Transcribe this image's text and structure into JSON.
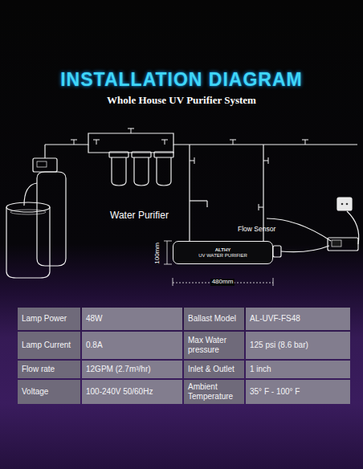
{
  "diagram": {
    "title": "INSTALLATION DIAGRAM",
    "nodes": [
      {
        "text": [
          "ALTHY",
          "UV WATER PURIFIER"
        ]
      }
    ],
    "labels": [
      "Whole House UV Purifier System",
      "Water Purifier",
      "Flow Sensor",
      "100mm",
      "480mm",
      "Lamp Power",
      "48W",
      "Ballast Model",
      "AL-UVF-FS48",
      "Lamp Current",
      "0.8A",
      "Max Water pressure",
      "125 psi (8.6 bar)",
      "Flow rate",
      "12GPM (2.7m³/hr)",
      "Inlet & Outlet",
      "1 inch",
      "Voltage",
      "100-240V 50/60Hz",
      "Ambient Temperature",
      "35° F - 100° F"
    ]
  }
}
